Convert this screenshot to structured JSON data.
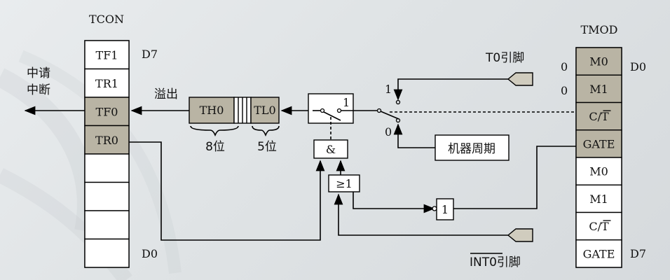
{
  "tcon": {
    "title": "TCON",
    "cells": [
      "TF1",
      "TR1",
      "TF0",
      "TR0",
      "",
      "",
      "",
      ""
    ],
    "top_bit": "D7",
    "bottom_bit": "D0"
  },
  "tmod": {
    "title": "TMOD",
    "cells": [
      "M0",
      "M1",
      "C/T",
      "GATE",
      "M0",
      "M1",
      "C/T",
      "GATE"
    ],
    "top_bit": "D0",
    "bottom_bit": "D7",
    "m0_value": "0",
    "m1_value": "0"
  },
  "interrupt_request": [
    "中请",
    "中断"
  ],
  "overflow_label": "溢出",
  "counter": {
    "th0": "TH0",
    "tl0": "TL0",
    "th0_width": "8位",
    "tl0_width": "5位"
  },
  "run_switch_label": "1",
  "select_switch": {
    "pos1": "1",
    "pos0": "0"
  },
  "gates": {
    "and": "&",
    "or": "≥1",
    "not": "1"
  },
  "t0_pin": "T0引脚",
  "int0_pin": "INT0引脚",
  "machine_cycle": "机器周期",
  "colors": {
    "highlight": "#b9b4a4",
    "cell": "#ffffff",
    "pin": "#d0ccbe"
  }
}
